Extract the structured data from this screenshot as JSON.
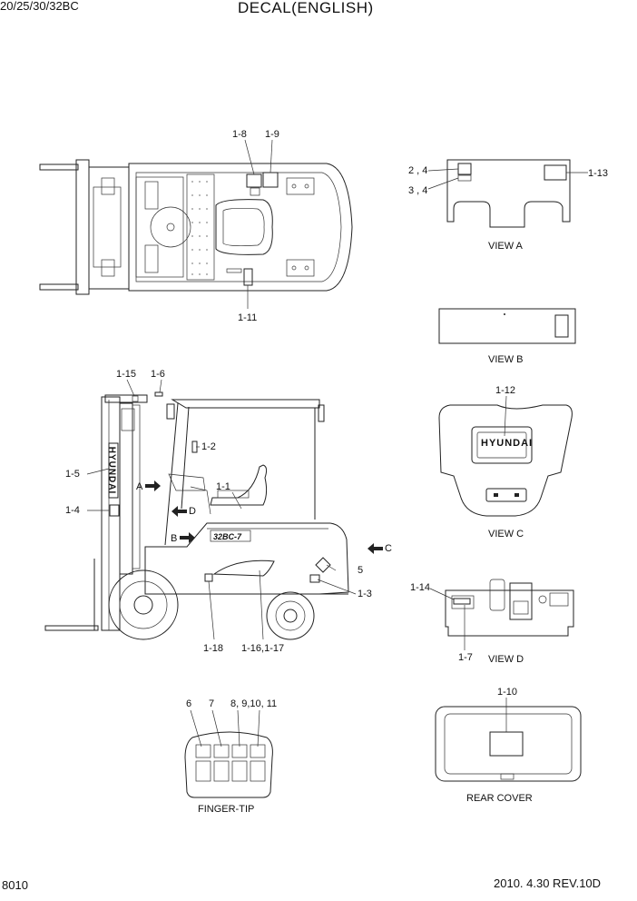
{
  "header": {
    "model": "20/25/30/32BC",
    "title": "DECAL(ENGLISH)"
  },
  "footer": {
    "page_no": "8010",
    "date_rev": "2010. 4.30  REV.10D"
  },
  "callouts": {
    "c1_8": "1-8",
    "c1_9": "1-9",
    "c1_11": "1-11",
    "c2_4": "2 , 4",
    "c3_4": "3 , 4",
    "c1_13": "1-13",
    "c1_15": "1-15",
    "c1_6": "1-6",
    "c1_2": "1-2",
    "c1_5": "1-5",
    "c1_4": "1-4",
    "c1_1": "1-1",
    "cA": "A",
    "cD": "D",
    "cB": "B",
    "cC": "C",
    "c5": "5",
    "c1_3": "1-3",
    "c1_18": "1-18",
    "c1_16_17": "1-16,1-17",
    "c1_12": "1-12",
    "c1_14": "1-14",
    "c1_7": "1-7",
    "c1_10": "1-10",
    "c6": "6",
    "c7": "7",
    "c8_11": "8, 9,10, 11"
  },
  "views": {
    "view_a": "VIEW A",
    "view_b": "VIEW B",
    "view_c": "VIEW C",
    "view_d": "VIEW D",
    "finger_tip": "FINGER-TIP",
    "rear_cover": "REAR COVER"
  },
  "decal_text": {
    "brand": "HYUNDAI",
    "model_badge": "32BC-7"
  }
}
